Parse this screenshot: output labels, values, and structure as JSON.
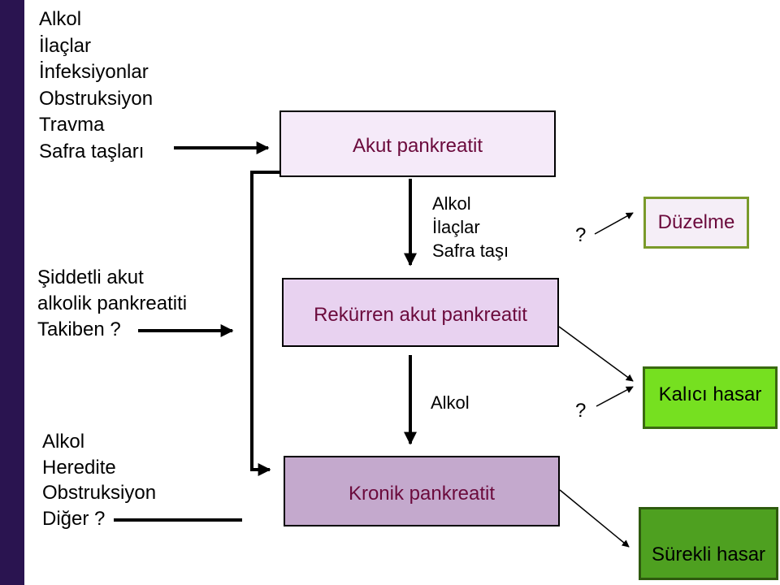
{
  "causes_top": [
    "Alkol",
    "İlaçlar",
    "İnfeksiyonlar",
    "Obstruksiyon",
    "Travma",
    "Safra taşları"
  ],
  "severe": [
    "Şiddetli akut",
    "alkolik pankreatiti",
    "Takiben ?"
  ],
  "causes_bottom": [
    "Alkol",
    "Heredite",
    "Obstruksiyon",
    "Diğer ?"
  ],
  "recurrence_causes": [
    "Alkol",
    "İlaçlar",
    "Safra taşı"
  ],
  "chronic_cause": "Alkol",
  "boxes": {
    "acute": "Akut pankreatit",
    "recurrent": "Rekürren akut pankreatit",
    "chronic": "Kronik pankreatit",
    "recovery": "Düzelme",
    "permanent": "Kalıcı hasar",
    "ongoing": "Sürekli hasar"
  },
  "question_marks": [
    "?",
    "?"
  ],
  "colors": {
    "sidebar": "#2a1450",
    "box_text": "#6b0a3c",
    "acute_fill": "#f5eaf9",
    "recurrent_fill": "#e8d2f0",
    "chronic_fill": "#c4a9cd",
    "permanent_fill": "#76e020",
    "ongoing_fill": "#4ea020"
  }
}
